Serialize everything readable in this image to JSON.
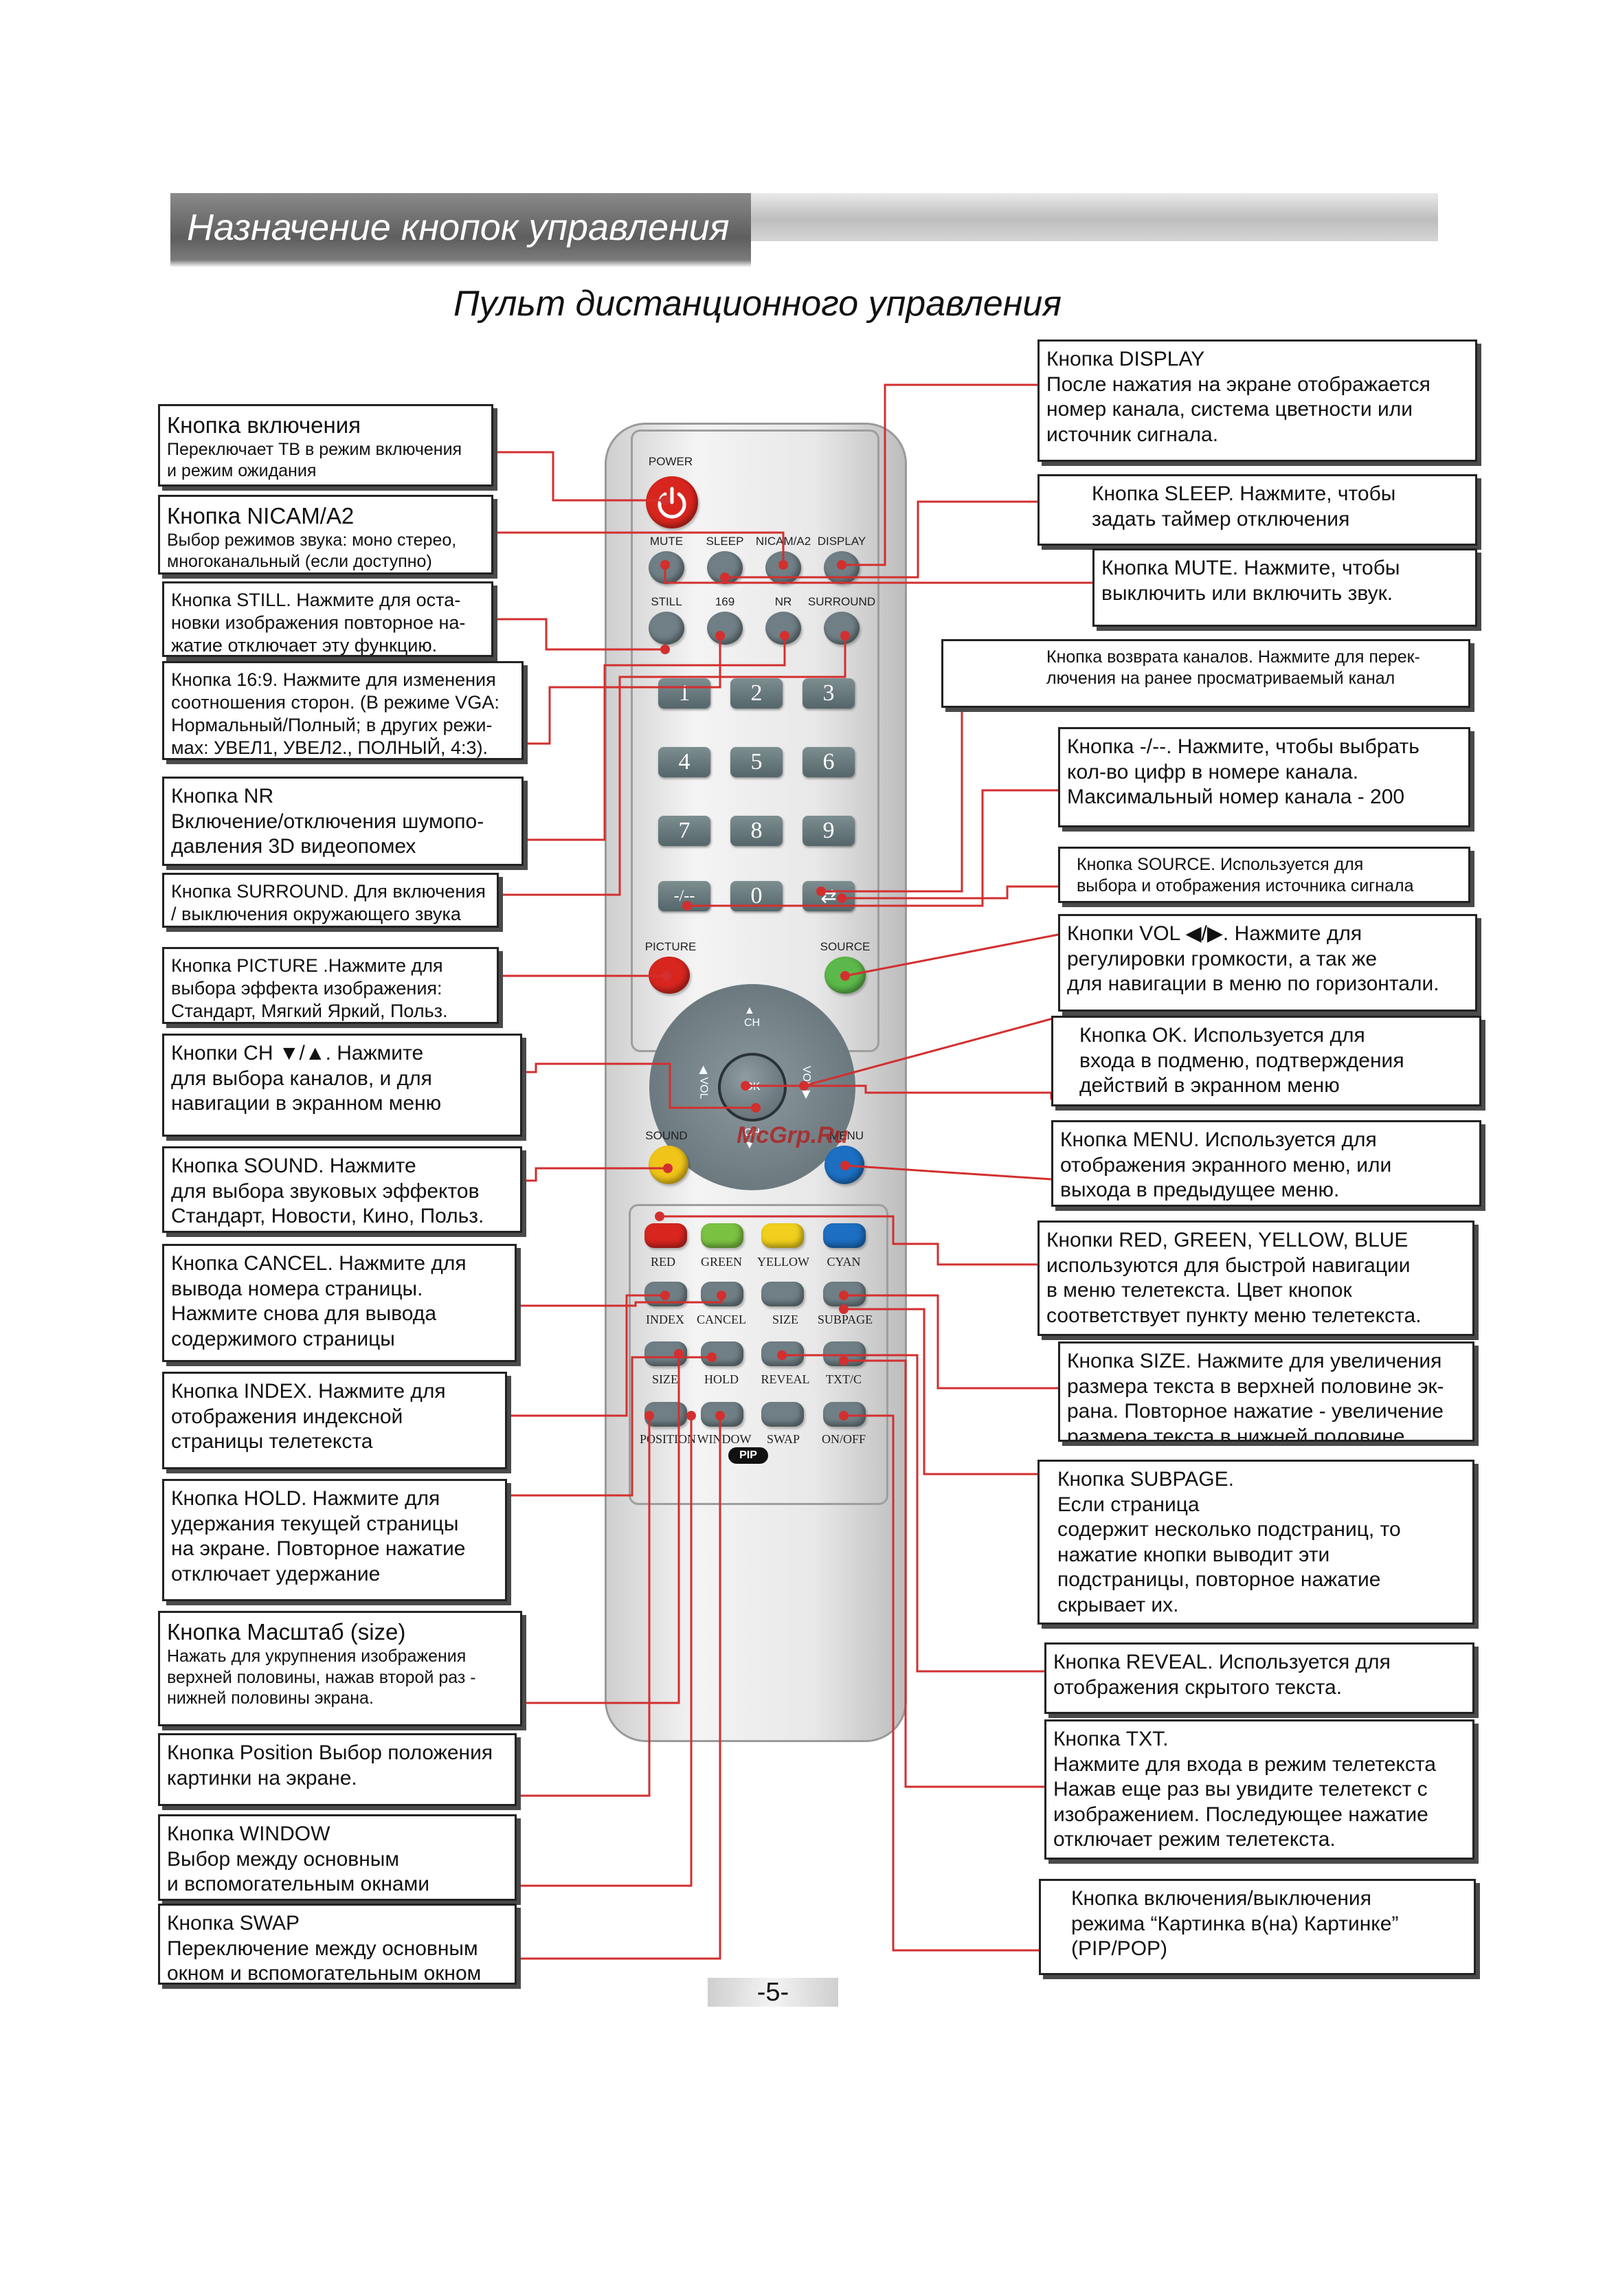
{
  "header": {
    "section_title": "Назначение кнопок управления",
    "page_title": "Пульт дистанционного управления"
  },
  "remote": {
    "labels": {
      "power": "POWER",
      "mute": "MUTE",
      "sleep": "SLEEP",
      "nicam": "NICAM/A2",
      "display": "DISPLAY",
      "still": "STILL",
      "ratio": "169",
      "nr": "NR",
      "surround": "SURROUND",
      "picture": "PICTURE",
      "source": "SOURCE",
      "sound": "SOUND",
      "menu": "MENU",
      "ch_up": "CH",
      "ch_down": "CH",
      "vol_left": "VOL",
      "vol_right": "VOL",
      "ok": "OK",
      "red": "RED",
      "green": "GREEN",
      "yellow": "YELLOW",
      "cyan": "CYAN",
      "index": "INDEX",
      "cancel": "CANCEL",
      "size": "SIZE",
      "subpage": "SUBPAGE",
      "size2": "SIZE",
      "hold": "HOLD",
      "reveal": "REVEAL",
      "txt": "TXT/C",
      "position": "POSITION",
      "window": "WINDOW",
      "swap": "SWAP",
      "onoff": "ON/OFF",
      "pip": "PIP"
    },
    "digits": [
      "1",
      "2",
      "3",
      "4",
      "5",
      "6",
      "7",
      "8",
      "9",
      "-/--",
      "0",
      "⇄"
    ],
    "colors": {
      "power": "#d8261f",
      "picture": "#d8261f",
      "source": "#5cb84a",
      "sound": "#f0c419",
      "menu": "#1c6fc2",
      "red": "#d8261f",
      "green": "#7cc242",
      "yellow": "#f0d01c",
      "cyan": "#1c6fc2",
      "gray": "#6f7f85",
      "line": "#d32f2f"
    }
  },
  "watermark": "McGrp.Ru",
  "left_annotations": [
    {
      "title": "Кнопка включения",
      "desc": "Переключает ТВ в режим включения\nи режим ожидания"
    },
    {
      "title": "Кнопка NICAM/A2",
      "desc": "Выбор режимов звука: моно стерео,\nмногоканальный (если доступно)"
    },
    {
      "title": "",
      "desc": "Кнопка STILL. Нажмите для оста-\nновки изображения повторное на-\nжатие отключает эту функцию."
    },
    {
      "title": "",
      "desc": "Кнопка 16:9. Нажмите для изменения\nсоотношения сторон. (В режиме VGA:\nНормальный/Полный; в других режи-\nмах: УВЕЛ1, УВЕЛ2., ПОЛНЫЙ, 4:3)."
    },
    {
      "title": "",
      "desc": "Кнопка NR\nВключение/отключения шумопо-\nдавления 3D видеопомех"
    },
    {
      "title": "",
      "desc": "Кнопка SURROUND. Для включения\n/ выключения окружающего звука"
    },
    {
      "title": "",
      "desc": "Кнопка PICTURE .Нажмите для\nвыбора эффекта изображения:\nСтандарт, Мягкий Яркий, Польз."
    },
    {
      "title": "",
      "desc": "Кнопки CH ▼/▲. Нажмите\nдля выбора каналов, и для\nнавигации в экранном меню"
    },
    {
      "title": "",
      "desc": "Кнопка SOUND. Нажмите\nдля выбора звуковых эффектов\nСтандарт, Новости, Кино, Польз."
    },
    {
      "title": "",
      "desc": "Кнопка CANCEL. Нажмите для\nвывода номера страницы.\nНажмите снова для вывода\nсодержимого страницы"
    },
    {
      "title": "",
      "desc": "Кнопка INDEX. Нажмите для\nотображения индексной\nстраницы телетекста"
    },
    {
      "title": "",
      "desc": "Кнопка HOLD. Нажмите для\nудержания текущей страницы\nна экране. Повторное нажатие\nотключает удержание"
    },
    {
      "title": "Кнопка Масштаб (size)",
      "desc": "Нажать для укрупнения изображения\nверхней половины, нажав второй раз -\nнижней половины экрана."
    },
    {
      "title": "",
      "desc": "Кнопка Position Выбор положения\nкартинки на экране."
    },
    {
      "title": "",
      "desc": "Кнопка WINDOW\nВыбор между основным\nи вспомогательным окнами"
    },
    {
      "title": "",
      "desc": "Кнопка SWAP\nПереключение между основным\nокном и вспомогательным окном"
    }
  ],
  "right_annotations": [
    {
      "title": "",
      "desc": "Кнопка DISPLAY\nПосле нажатия на экране отображается\nномер канала, система цветности или\nисточник сигнала."
    },
    {
      "title": "",
      "desc": "Кнопка SLEEP. Нажмите, чтобы\nзадать таймер отключения"
    },
    {
      "title": "",
      "desc": "Кнопка MUTE. Нажмите, чтобы\nвыключить или включить звук."
    },
    {
      "title": "",
      "desc": "Кнопка возврата каналов. Нажмите для перек-\nлючения на ранее просматриваемый канал"
    },
    {
      "title": "",
      "desc": "Кнопка -/--. Нажмите, чтобы выбрать\nкол-во цифр в номере канала.\nМаксимальный номер канала - 200"
    },
    {
      "title": "",
      "desc": "Кнопка SOURCE. Используется для\nвыбора и отображения источника сигнала"
    },
    {
      "title": "",
      "desc": "Кнопки VOL ◀/▶. Нажмите для\nрегулировки громкости, а так же\nдля навигации в меню по горизонтали."
    },
    {
      "title": "",
      "desc": "Кнопка OK. Используется для\nвхода в подменю, подтверждения\nдействий в экранном меню"
    },
    {
      "title": "",
      "desc": "Кнопка MENU. Используется для\nотображения экранного меню, или\nвыхода в предыдущее меню."
    },
    {
      "title": "",
      "desc": "Кнопки RED, GREEN, YELLOW, BLUE\nиспользуются для быстрой навигации\nв меню телетекста. Цвет кнопок\nсоответствует пункту меню телетекста."
    },
    {
      "title": "",
      "desc": "Кнопка SIZE. Нажмите для увеличения\nразмера текста в верхней половине эк-\nрана. Повторное нажатие - увеличение\nразмера текста в нижней половине."
    },
    {
      "title": "",
      "desc": "Кнопка SUBPAGE.\nЕсли страница\nсодержит несколько подстраниц, то\nнажатие кнопки выводит эти\nподстраницы, повторное нажатие\nскрывает их."
    },
    {
      "title": "",
      "desc": "Кнопка REVEAL. Используется для\nотображения скрытого текста."
    },
    {
      "title": "",
      "desc": "Кнопка TXT.\nНажмите для входа в режим телетекста\nНажав еще раз вы увидите телетекст с\nизображением. Последующее нажатие\nотключает режим телетекста."
    },
    {
      "title": "",
      "desc": "Кнопка включения/выключения\nрежима “Картинка в(на) Картинке”\n(PIP/POP)"
    }
  ],
  "page_number": "-5-"
}
